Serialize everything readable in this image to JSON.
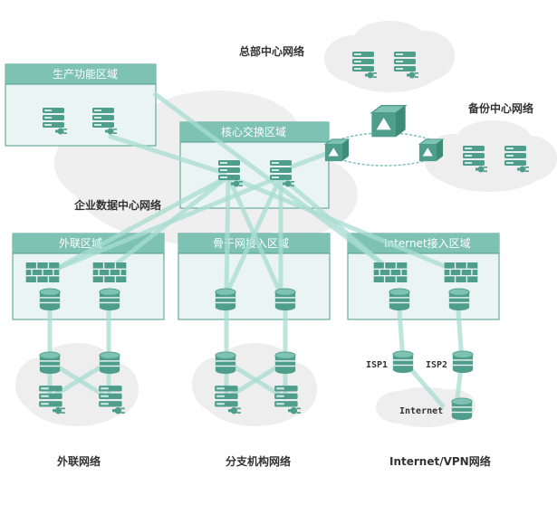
{
  "colors": {
    "teal_dark": "#4f9e8c",
    "teal_box": "#eaf4f2",
    "teal_header": "#7dc2b3",
    "link": "#a8dcd1",
    "cloud": "#eeeeee"
  },
  "zones": {
    "production": "生产功能区域",
    "core": "核心交换区域",
    "external": "外联区域",
    "backbone": "骨干网接入区域",
    "internet": "Internet接入区域"
  },
  "networks": {
    "headquarters": "总部中心网络",
    "backup": "备份中心网络",
    "enterprise_dc": "企业数据中心网络",
    "external": "外联网络",
    "branch": "分支机构网络",
    "internet_vpn": "Internet/VPN网络"
  },
  "labels": {
    "isp1": "ISP1",
    "isp2": "ISP2",
    "internet": "Internet"
  },
  "icons": [
    "server-icon",
    "router-icon",
    "firewall-icon",
    "switch-icon"
  ]
}
